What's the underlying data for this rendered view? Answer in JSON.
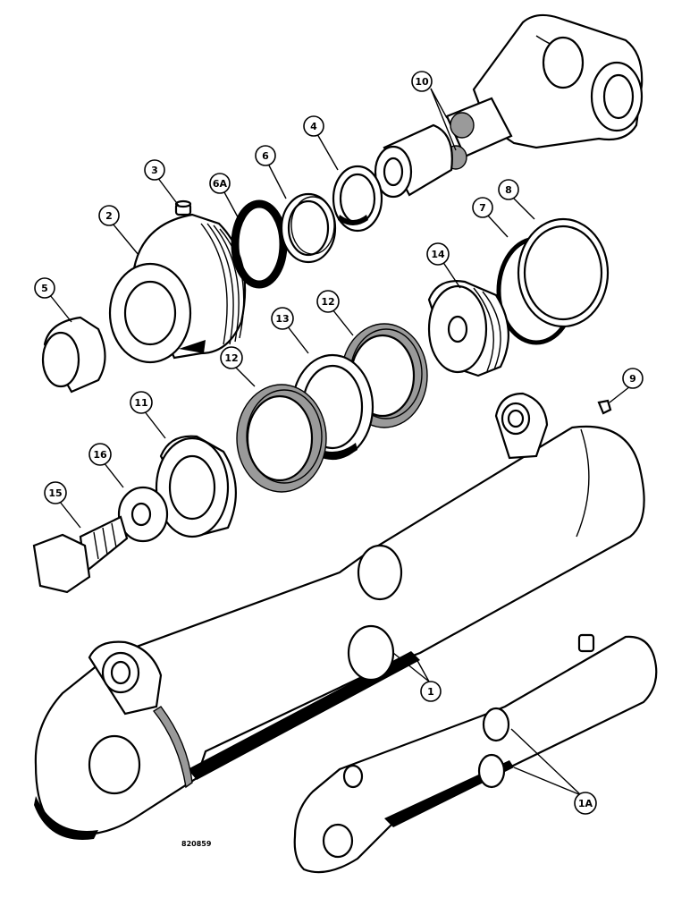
{
  "figure_code": "820859",
  "callouts": {
    "c1": "1",
    "c1a": "1A",
    "c2": "2",
    "c3": "3",
    "c4": "4",
    "c5": "5",
    "c6": "6",
    "c6a": "6A",
    "c7": "7",
    "c8": "8",
    "c9": "9",
    "c10": "10",
    "c11": "11",
    "c12a": "12",
    "c12b": "12",
    "c13": "13",
    "c14": "14",
    "c15": "15",
    "c16": "16"
  }
}
